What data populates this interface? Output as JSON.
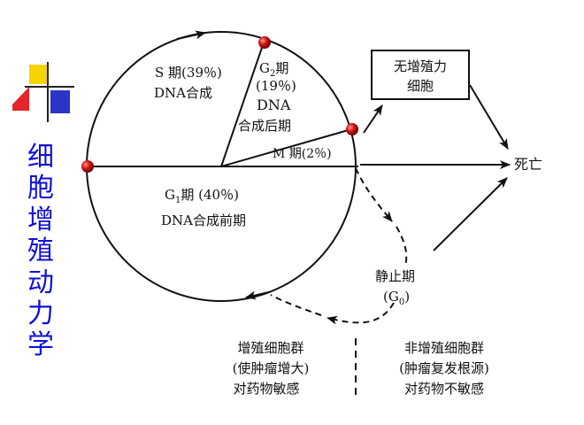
{
  "side_title": [
    "细",
    "胞",
    "增",
    "殖",
    "动",
    "力",
    "学"
  ],
  "phases": {
    "s": {
      "line1": "S 期(39％)",
      "line2": "DNA合成"
    },
    "g2": {
      "name": "G",
      "sub": "2",
      "suffix": "期",
      "pct": "(19％)",
      "line3": "DNA",
      "line4": "合成后期"
    },
    "m": {
      "label": "M 期(2％)"
    },
    "g1": {
      "name": "G",
      "sub": "1",
      "suffix": "期  (40％)",
      "line2": "DNA合成前期"
    }
  },
  "nonprolif_box": {
    "line1": "无增殖力",
    "line2": "细胞"
  },
  "death": "死亡",
  "resting": {
    "line1": "静止期",
    "paren_open": "(G",
    "sub": "0",
    "paren_close": ")"
  },
  "bottom": {
    "left": [
      "增殖细胞群",
      "(使肿瘤增大)",
      "对药物敏感"
    ],
    "right": [
      "非增殖细胞群",
      "(肿瘤复发根源)",
      "对药物不敏感"
    ]
  },
  "colors": {
    "title": "#1010d8",
    "marker": "#cc1111",
    "line": "#111111",
    "logo_yellow": "#f5d400",
    "logo_red": "#e3262c",
    "logo_blue": "#2a35c8"
  }
}
